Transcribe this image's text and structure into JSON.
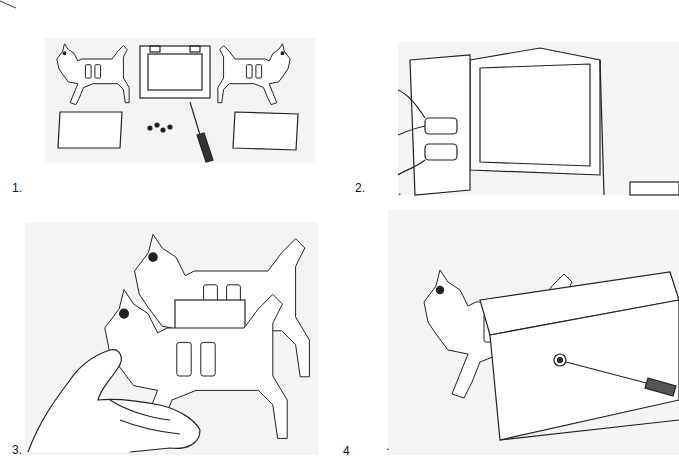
{
  "diagram": {
    "labels": [
      "1.",
      "2.",
      ".",
      "3.",
      "4",
      "."
    ]
  }
}
